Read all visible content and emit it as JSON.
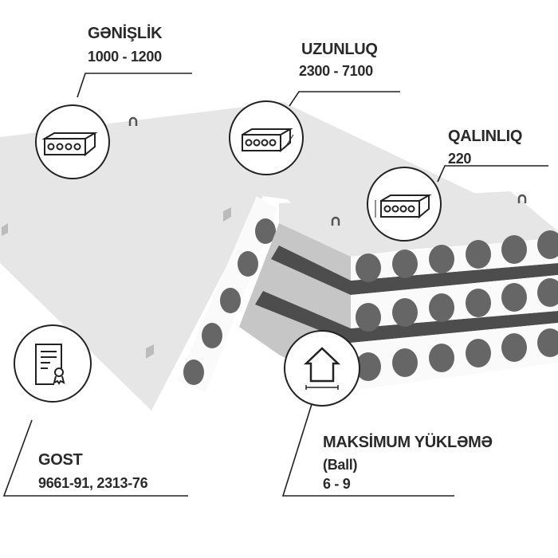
{
  "callouts": {
    "width": {
      "title": "GƏNİŞLİK",
      "value": "1000 - 1200",
      "icon": "slab-width-icon"
    },
    "length": {
      "title": "UZUNLUQ",
      "value": "2300 - 7100",
      "icon": "slab-length-icon"
    },
    "thickness": {
      "title": "QALINLIQ",
      "value": "220",
      "icon": "slab-thickness-icon"
    },
    "standard": {
      "title": "GOST",
      "value": "9661-91, 2313-76",
      "icon": "certificate-icon"
    },
    "load": {
      "title": "MAKSİMUM YÜKLƏMƏ",
      "unit": "(Ball)",
      "value": "6 - 9",
      "icon": "house-load-icon"
    }
  },
  "colors": {
    "text": "#2a2a2a",
    "slab_top": "#e6e6e6",
    "slab_side": "#c6c6c6",
    "hole": "#666666",
    "gap": "#4d4d4d"
  }
}
